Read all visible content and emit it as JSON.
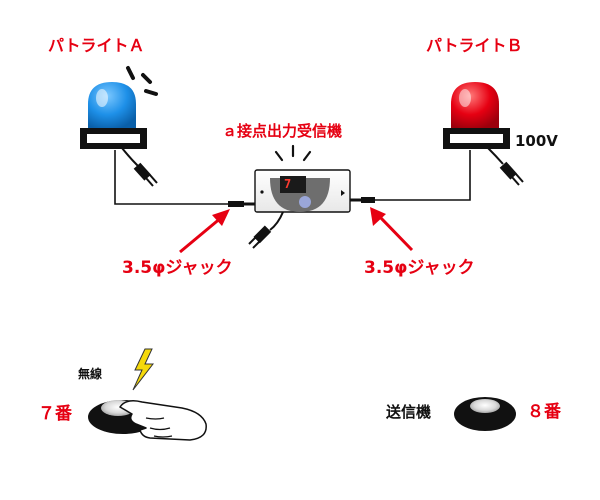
{
  "lamp_a": {
    "label": "パトライトＡ",
    "color": "#1e90e8"
  },
  "lamp_b": {
    "label": "パトライトＢ",
    "color": "#e60012",
    "voltage": "100V"
  },
  "receiver": {
    "label": "ａ接点出力受信機",
    "display": "7"
  },
  "jack_left": {
    "label": "3.5φジャック"
  },
  "jack_right": {
    "label": "3.5φジャック"
  },
  "transmitter_7": {
    "wireless_label": "無線",
    "channel_label": "７番"
  },
  "transmitter_8": {
    "label": "送信機",
    "channel_label": "８番"
  },
  "colors": {
    "accent": "#e60012",
    "lamp_a": "#1e90e8",
    "lamp_b": "#e60012",
    "lightning": "#f5d90a"
  }
}
